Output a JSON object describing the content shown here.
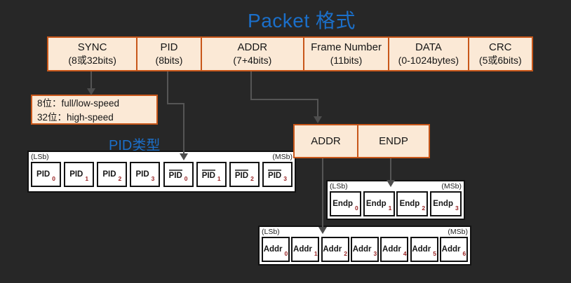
{
  "title": "Packet 格式",
  "colors": {
    "background": "#272727",
    "accent_blue": "#1b6fc9",
    "box_fill": "#fbe9d6",
    "box_border": "#c8571a",
    "bit_subscript_red": "#992222",
    "arrow_gray": "#555555"
  },
  "packet_fields": [
    {
      "name": "SYNC",
      "size": "(8或32bits)"
    },
    {
      "name": "PID",
      "size": "(8bits)"
    },
    {
      "name": "ADDR",
      "size": "(7+4bits)"
    },
    {
      "name": "Frame Number",
      "size": "(11bits)"
    },
    {
      "name": "DATA",
      "size": "(0-1024bytes)"
    },
    {
      "name": "CRC",
      "size": "(5或6bits)"
    }
  ],
  "sync_note": {
    "line1": "8位：full/low-speed",
    "line2": "32位：high-speed"
  },
  "pid_row": {
    "label": "PID类型",
    "lsb": "(LSb)",
    "msb": "(MSb)",
    "bits": [
      {
        "base": "PID",
        "sub": "0",
        "inverted": false
      },
      {
        "base": "PID",
        "sub": "1",
        "inverted": false
      },
      {
        "base": "PID",
        "sub": "2",
        "inverted": false
      },
      {
        "base": "PID",
        "sub": "3",
        "inverted": false
      },
      {
        "base": "PID",
        "sub": "0",
        "inverted": true
      },
      {
        "base": "PID",
        "sub": "1",
        "inverted": true
      },
      {
        "base": "PID",
        "sub": "2",
        "inverted": true
      },
      {
        "base": "PID",
        "sub": "3",
        "inverted": true
      }
    ]
  },
  "addr_endp": {
    "left": "ADDR",
    "right": "ENDP"
  },
  "endp_row": {
    "lsb": "(LSb)",
    "msb": "(MSb)",
    "bits": [
      {
        "base": "Endp",
        "sub": "0"
      },
      {
        "base": "Endp",
        "sub": "1"
      },
      {
        "base": "Endp",
        "sub": "2"
      },
      {
        "base": "Endp",
        "sub": "3"
      }
    ]
  },
  "addr_row": {
    "lsb": "(LSb)",
    "msb": "(MSb)",
    "bits": [
      {
        "base": "Addr",
        "sub": "0"
      },
      {
        "base": "Addr",
        "sub": "1"
      },
      {
        "base": "Addr",
        "sub": "2"
      },
      {
        "base": "Addr",
        "sub": "3"
      },
      {
        "base": "Addr",
        "sub": "4"
      },
      {
        "base": "Addr",
        "sub": "5"
      },
      {
        "base": "Addr",
        "sub": "6"
      }
    ]
  }
}
